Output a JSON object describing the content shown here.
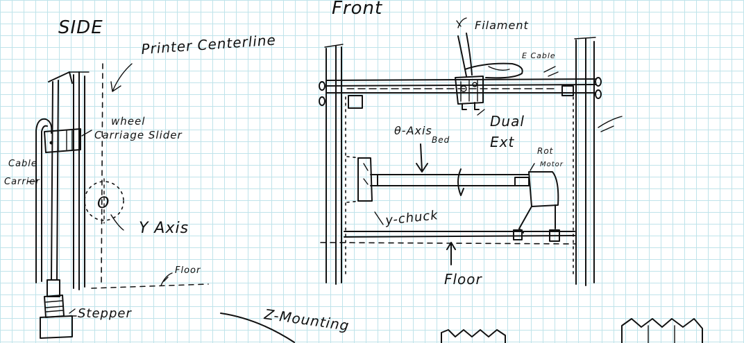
{
  "labels": {
    "side": "SIDE",
    "front": "Front",
    "printer_centerline": "Printer Centerline",
    "wheel": "wheel",
    "carriage_slider": "Carriage Slider",
    "cable": "Cable",
    "carrier": "Carrier",
    "y_axis_marker": "O",
    "y_axis": "Y Axis",
    "floor_side": "Floor",
    "stepper": "Stepper",
    "z_mounting": "Z-Mounting",
    "filament": "Filament",
    "e_cable": "E Cable",
    "dual_ext": "Dual",
    "dual_ext_2": "Ext",
    "theta_axis": "θ-Axis",
    "bed": "Bed",
    "rot_motor": "Rot",
    "rot_motor_2": "Motor",
    "y_chuck": "y-chuck",
    "floor_front": "Floor"
  }
}
